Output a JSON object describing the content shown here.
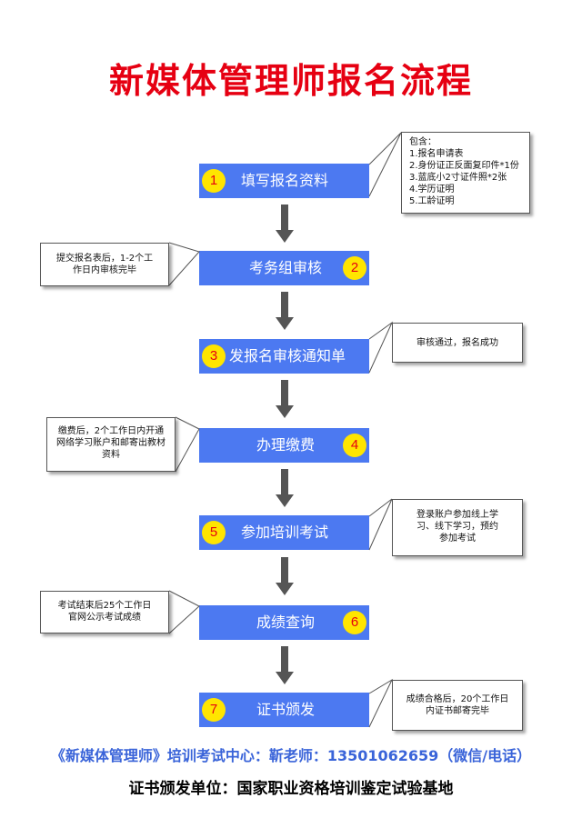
{
  "title": "新媒体管理师报名流程",
  "steps": [
    {
      "num": "1",
      "label": "填写报名资料"
    },
    {
      "num": "2",
      "label": "考务组审核"
    },
    {
      "num": "3",
      "label": "发报名审核通知单"
    },
    {
      "num": "4",
      "label": "办理缴费"
    },
    {
      "num": "5",
      "label": "参加培训考试"
    },
    {
      "num": "6",
      "label": "成绩查询"
    },
    {
      "num": "7",
      "label": "证书颁发"
    }
  ],
  "notes": {
    "n1": [
      "包含：",
      "1.报名申请表",
      "2.身份证正反面复印件*1份",
      "3.蓝底小2寸证件照*2张",
      "4.学历证明",
      "5.工龄证明"
    ],
    "n2": [
      "提交报名表后，1-2个工",
      "作日内审核完毕"
    ],
    "n3": [
      "审核通过，报名成功"
    ],
    "n4": [
      "缴费后，2个工作日内开通",
      "网络学习账户和邮寄出教材",
      "资料"
    ],
    "n5": [
      "登录账户参加线上学",
      "习、线下学习，预约",
      "参加考试"
    ],
    "n6": [
      "考试结束后25个工作日",
      "官网公示考试成绩"
    ],
    "n7": [
      "成绩合格后，20个工作日",
      "内证书邮寄完毕"
    ]
  },
  "contact": "《新媒体管理师》培训考试中心：靳老师：13501062659（微信/电话）",
  "issuer": "证书颁发单位：国家职业资格培训鉴定试验基地",
  "colors": {
    "title": "#e60012",
    "step_box": "#4c79f1",
    "badge": "#ffe500",
    "badge_text": "#e60012",
    "arrow": "#555555",
    "contact": "#3a64d9"
  }
}
